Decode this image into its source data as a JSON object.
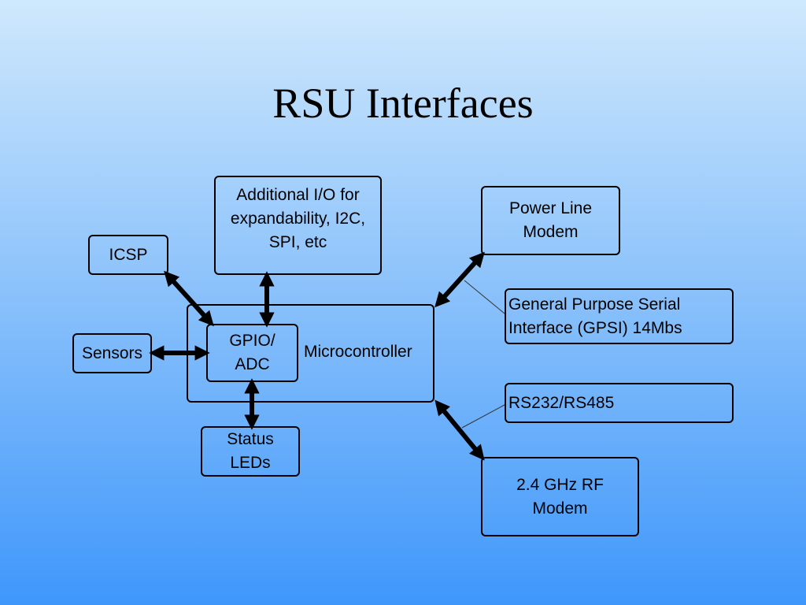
{
  "slide": {
    "title": "RSU Interfaces"
  },
  "diagram": {
    "icsp": "ICSP",
    "sensors": "Sensors",
    "additional_io": "Additional I/O for\nexpandability, I2C,\nSPI, etc",
    "gpio_adc": "GPIO/\nADC",
    "microcontroller": "Microcontroller",
    "status_leds": "Status\nLEDs",
    "power_line_modem": "Power Line\nModem",
    "gpsi": "General Purpose Serial\nInterface (GPSI) 14Mbs",
    "rs232_rs485": "RS232/RS485",
    "rf_modem": "2.4 GHz RF\nModem"
  }
}
